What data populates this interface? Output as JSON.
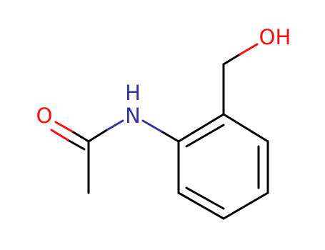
{
  "atoms": {
    "hydroxyl": {
      "text": "OH",
      "color": "#ff0d0d"
    },
    "carbonyl_oxygen": {
      "text": "O",
      "color": "#ff0d0d"
    },
    "amide_nitrogen": {
      "text": "N",
      "color": "#3333a8"
    },
    "amide_hydrogen": {
      "text": "H",
      "color": "#3333a8"
    }
  },
  "colors": {
    "bond": "#000000",
    "oxygen": "#ff0d0d",
    "nitrogen": "#3333a8"
  }
}
